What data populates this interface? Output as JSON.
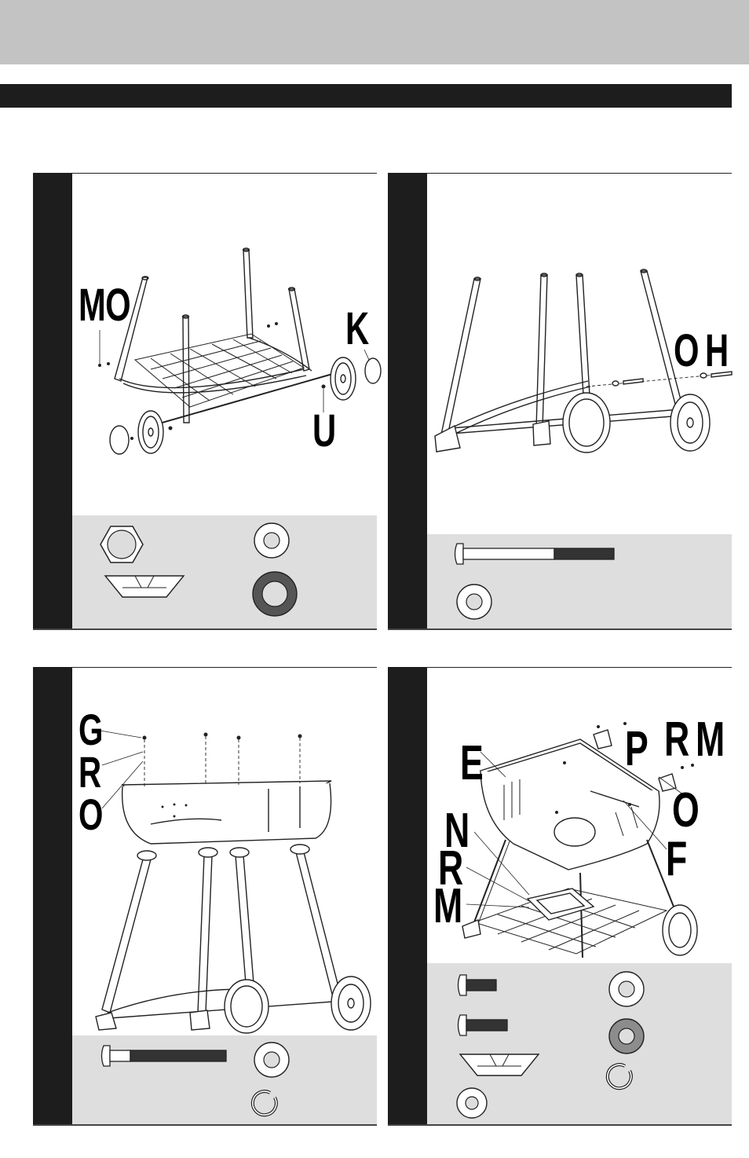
{
  "panel1": {
    "callouts": [
      "MO",
      "K",
      "U"
    ]
  },
  "panel2": {
    "callouts": [
      "O",
      "H"
    ]
  },
  "panel3": {
    "callouts": [
      "G",
      "R",
      "O"
    ]
  },
  "panel4": {
    "callouts": [
      "P",
      "R",
      "M",
      "E",
      "N",
      "R",
      "M",
      "O",
      "F"
    ]
  },
  "colors": {
    "header": "#c3c3c3",
    "bar": "#1d1d1d",
    "parts_bg": "#dedede",
    "dark_washer": "#555555",
    "grey_washer": "#8c8c8c"
  }
}
